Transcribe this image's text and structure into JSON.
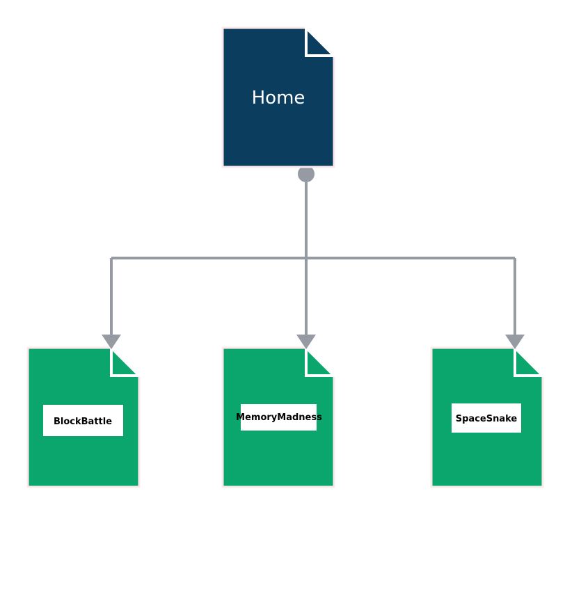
{
  "colors": {
    "root_fill": "#0a3d5e",
    "child_fill": "#0ba66e",
    "connector": "#959aa3",
    "label_box": "#ffffff"
  },
  "root": {
    "label": "Home"
  },
  "children": [
    {
      "label": "BlockBattle"
    },
    {
      "label": "MemoryMadness"
    },
    {
      "label": "SpaceSnake"
    }
  ]
}
